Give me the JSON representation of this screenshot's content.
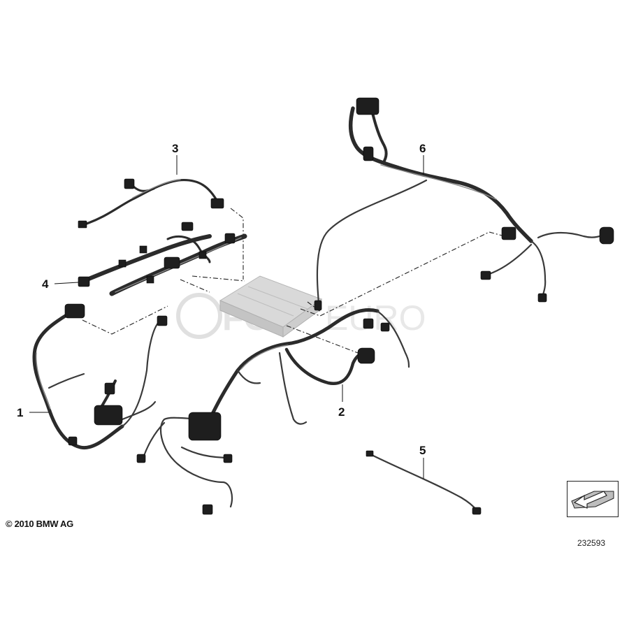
{
  "callouts": [
    {
      "id": "1",
      "label": "1"
    },
    {
      "id": "2",
      "label": "2"
    },
    {
      "id": "3",
      "label": "3"
    },
    {
      "id": "4",
      "label": "4"
    },
    {
      "id": "5",
      "label": "5"
    },
    {
      "id": "6",
      "label": "6"
    }
  ],
  "copyright": "© 2010 BMW AG",
  "diagram_number": "232593",
  "watermark": "FCP EURO",
  "colors": {
    "harness": "#2b2b2b",
    "control_unit": "#d9d9d9",
    "watermark": "#c8c8c8"
  }
}
